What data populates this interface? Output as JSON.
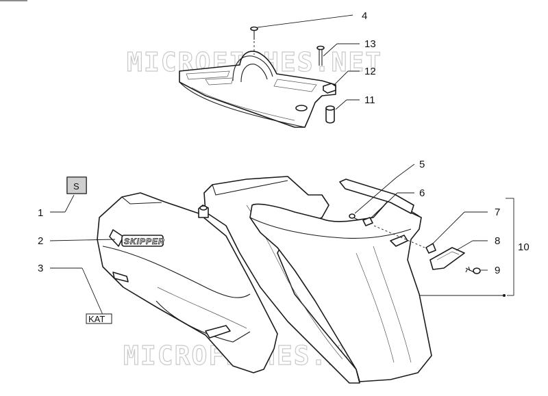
{
  "watermark": {
    "top": "MICROFICHES.NET",
    "bottom": "MICROFICHES.NET"
  },
  "callouts": [
    "1",
    "2",
    "3",
    "4",
    "5",
    "6",
    "7",
    "8",
    "9",
    "10",
    "11",
    "12",
    "13"
  ],
  "badges": {
    "s_label": "S",
    "kat_label": "KAT"
  },
  "logo_text": "SKIPPER"
}
